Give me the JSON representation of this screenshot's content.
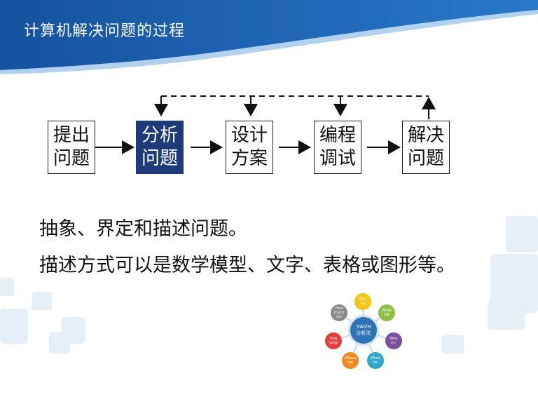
{
  "slide": {
    "title": "计算机解决问题的过程"
  },
  "flow": {
    "steps": [
      {
        "line1": "提出",
        "line2": "问题"
      },
      {
        "line1": "分析",
        "line2": "问题"
      },
      {
        "line1": "设计",
        "line2": "方案"
      },
      {
        "line1": "编程",
        "line2": "调试"
      },
      {
        "line1": "解决",
        "line2": "问题"
      }
    ]
  },
  "body": {
    "line1": "抽象、界定和描述问题。",
    "line2": "描述方式可以是数学模型、文字、表格或图形等。"
  },
  "diagram_5w2h": {
    "center_line1": "5W2H",
    "center_line2": "分析法",
    "petals": [
      {
        "label": "Why",
        "sub": "为何",
        "color": "#f5c518"
      },
      {
        "label": "What",
        "sub": "何事",
        "color": "#8fc04a"
      },
      {
        "label": "Who",
        "sub": "何人",
        "color": "#7a4fa0"
      },
      {
        "label": "When",
        "sub": "何时",
        "color": "#2fa7c9"
      },
      {
        "label": "Where",
        "sub": "何地",
        "color": "#f08a24"
      },
      {
        "label": "How",
        "sub": "如何做",
        "color": "#e0413c"
      },
      {
        "label": "How much",
        "sub": "何价",
        "color": "#8a8a8a"
      }
    ]
  },
  "colors": {
    "header_blue": "#1a5ea8",
    "active_step": "#1c3b78"
  }
}
